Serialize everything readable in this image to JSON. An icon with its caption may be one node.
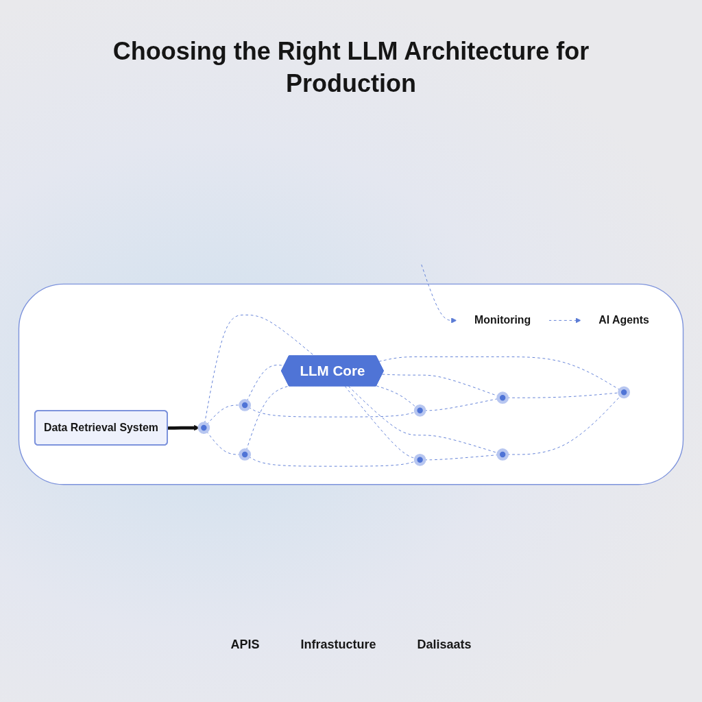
{
  "diagram": {
    "title": "Choosing the Right LLM Architecture for Production",
    "nodes": [
      {
        "text": [],
        "shape": "cloud"
      },
      {
        "text": [
          "AI Agents"
        ],
        "in": 0
      },
      {
        "text": [],
        "shape": "circle",
        "in": 0
      },
      {
        "text": [],
        "shape": "circle",
        "in": 0
      },
      {
        "text": [],
        "shape": "circle",
        "in": 0
      },
      {
        "text": [
          "Data Retrieval System"
        ],
        "in": 0
      },
      {
        "text": [],
        "shape": "circle",
        "in": 0
      },
      {
        "text": [
          "LLM Core"
        ],
        "in": 0
      },
      {
        "text": [],
        "shape": "circle",
        "in": 0
      },
      {
        "text": [],
        "shape": "circle",
        "in": 0
      },
      {
        "text": [],
        "shape": "circle",
        "in": 0
      },
      {
        "text": [],
        "shape": "circle",
        "in": 0
      },
      {
        "text": [
          "Monitoring"
        ],
        "in": 0
      }
    ],
    "edges": [
      {
        "from": 5,
        "to": 6,
        "arrow": "to",
        "style": "thick",
        "color": "#111111"
      },
      {
        "from": 6,
        "to": 7,
        "arrow": "none",
        "style": "dashed"
      },
      {
        "from": 3,
        "to": 7,
        "arrow": "none",
        "style": "dashed"
      },
      {
        "from": 9,
        "to": 7,
        "arrow": "none",
        "style": "dashed"
      },
      {
        "from": 7,
        "to": 2,
        "arrow": "none",
        "style": "dashed"
      },
      {
        "from": 7,
        "to": 11,
        "arrow": "none",
        "style": "dashed"
      },
      {
        "from": 7,
        "to": 4,
        "arrow": "none",
        "style": "dashed"
      },
      {
        "from": 7,
        "to": 10,
        "arrow": "none",
        "style": "dashed"
      },
      {
        "from": 7,
        "to": 8,
        "arrow": "none",
        "style": "dashed"
      },
      {
        "from": 6,
        "to": 3,
        "arrow": "none",
        "style": "dashed"
      },
      {
        "from": 3,
        "to": 2,
        "arrow": "none",
        "style": "dashed"
      },
      {
        "from": 2,
        "to": 4,
        "arrow": "none",
        "style": "dashed"
      },
      {
        "from": 4,
        "to": 8,
        "arrow": "none",
        "style": "dashed"
      },
      {
        "from": 6,
        "to": 9,
        "arrow": "none",
        "style": "dashed"
      },
      {
        "from": 9,
        "to": 11,
        "arrow": "none",
        "style": "dashed"
      },
      {
        "from": 11,
        "to": 10,
        "arrow": "none",
        "style": "dashed"
      },
      {
        "from": 10,
        "to": 8,
        "arrow": "none",
        "style": "dashed"
      },
      {
        "from": 12,
        "to": 1,
        "arrow": "to",
        "style": "dashed"
      },
      {
        "from": null,
        "to": 12,
        "arrow": "to",
        "style": "dashed"
      }
    ],
    "labels": [
      "APIS",
      "Infrastucture",
      "Dalisaats"
    ]
  }
}
